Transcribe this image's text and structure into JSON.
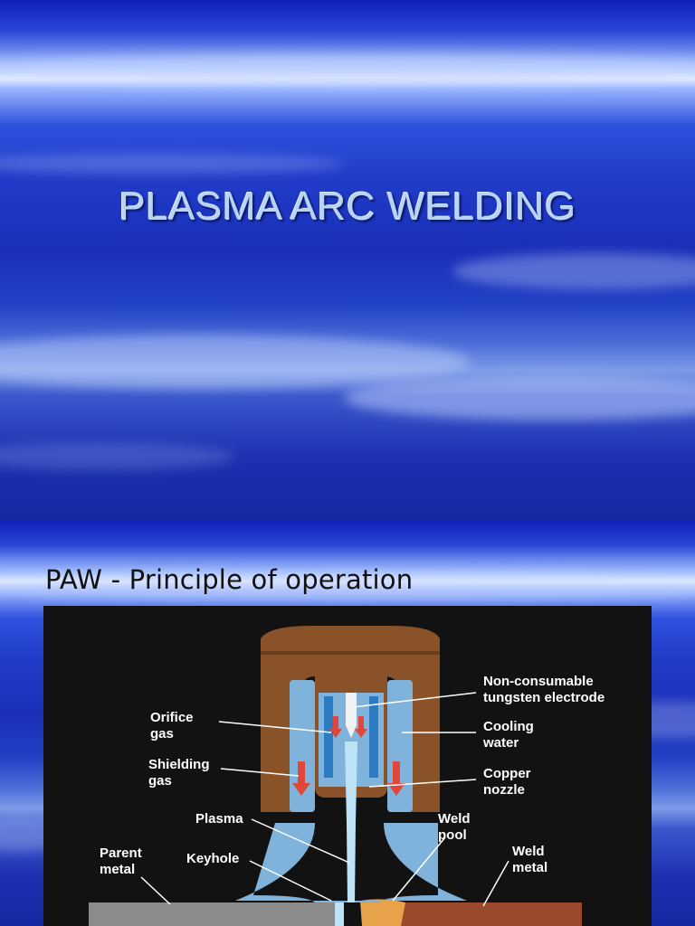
{
  "slide1": {
    "title": "PLASMA ARC WELDING"
  },
  "slide2": {
    "title": "PAW - Principle of operation",
    "diagram": {
      "labels": {
        "orifice_gas_1": "Orifice",
        "orifice_gas_2": "gas",
        "shielding_gas_1": "Shielding",
        "shielding_gas_2": "gas",
        "plasma": "Plasma",
        "parent_metal_1": "Parent",
        "parent_metal_2": "metal",
        "keyhole": "Keyhole",
        "electrode_1": "Non-consumable",
        "electrode_2": "tungsten electrode",
        "cooling_water_1": "Cooling",
        "cooling_water_2": "water",
        "copper_nozzle_1": "Copper",
        "copper_nozzle_2": "nozzle",
        "weld_pool_1": "Weld",
        "weld_pool_2": "pool",
        "weld_metal_1": "Weld",
        "weld_metal_2": "metal"
      },
      "colors": {
        "copper": "#8a5228",
        "water": "#7fb3dc",
        "plasma": "#bfe3f6",
        "arrow": "#e0473a",
        "parent_metal": "#8b8b8b",
        "weld_metal": "#9a4a2c",
        "weld_pool": "#e8a34a"
      }
    }
  }
}
